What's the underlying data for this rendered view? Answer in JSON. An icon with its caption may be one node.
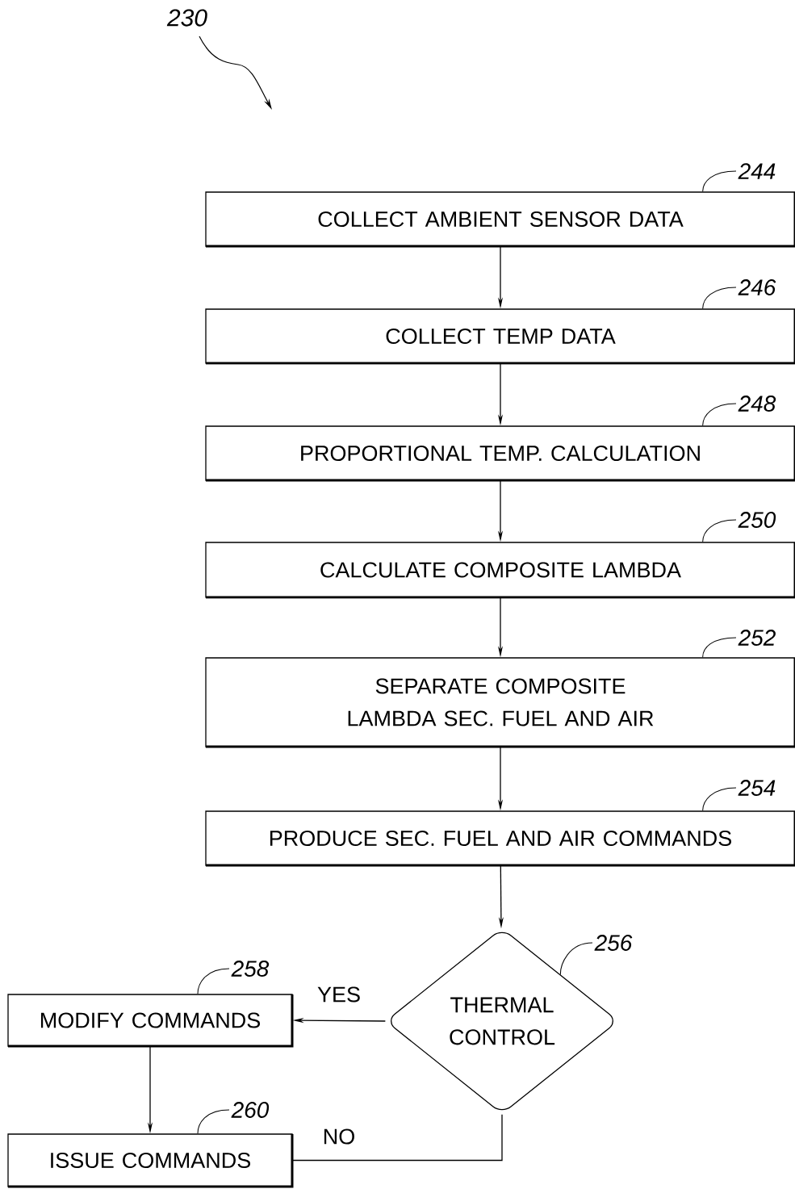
{
  "diagram": {
    "nodes": [
      {
        "text": [
          "COLLECT AMBIENT SENSOR DATA"
        ]
      },
      {
        "text": [
          "COLLECT TEMP DATA"
        ]
      },
      {
        "text": [
          "PROPORTIONAL TEMP. CALCULATION"
        ]
      },
      {
        "text": [
          "CALCULATE COMPOSITE LAMBDA"
        ]
      },
      {
        "text": [
          "SEPARATE COMPOSITE LAMBDA SEC. FUEL AND AIR"
        ]
      },
      {
        "text": [
          "PRODUCE SEC. FUEL AND AIR COMMANDS"
        ]
      },
      {
        "text": [
          "THERMAL CONTROL"
        ]
      },
      {
        "text": [
          "MODIFY COMMANDS"
        ]
      },
      {
        "text": [
          "ISSUE COMMANDS"
        ]
      },
      {
        "text": [
          "244"
        ]
      },
      {
        "text": [
          "246"
        ]
      },
      {
        "text": [
          "248"
        ]
      },
      {
        "text": [
          "250"
        ]
      },
      {
        "text": [
          "252"
        ]
      },
      {
        "text": [
          "254"
        ]
      },
      {
        "text": [
          "256"
        ]
      },
      {
        "text": [
          "258"
        ]
      },
      {
        "text": [
          "260"
        ]
      }
    ],
    "edges": [
      {
        "from": 0,
        "to": 1,
        "arrow": "to"
      },
      {
        "from": 1,
        "to": 2,
        "arrow": "to"
      },
      {
        "from": 2,
        "to": 3,
        "arrow": "to"
      },
      {
        "from": 3,
        "to": 4,
        "arrow": "to"
      },
      {
        "from": 4,
        "to": 5,
        "arrow": "to"
      },
      {
        "from": 5,
        "to": 6,
        "arrow": "to"
      },
      {
        "from": 6,
        "to": 7,
        "arrow": "to",
        "label": "YES"
      },
      {
        "from": 7,
        "to": 8,
        "arrow": "to"
      },
      {
        "from": 6,
        "to": 8,
        "arrow": "none",
        "label": "NO"
      },
      {
        "from": 9,
        "to": 0,
        "arrow": "none"
      },
      {
        "from": 10,
        "to": 1,
        "arrow": "none"
      },
      {
        "from": 11,
        "to": 2,
        "arrow": "none"
      },
      {
        "from": 12,
        "to": 3,
        "arrow": "none"
      },
      {
        "from": 13,
        "to": 4,
        "arrow": "none"
      },
      {
        "from": 14,
        "to": 5,
        "arrow": "none"
      },
      {
        "from": 15,
        "to": 6,
        "arrow": "none"
      },
      {
        "from": 16,
        "to": 7,
        "arrow": "none"
      },
      {
        "from": 17,
        "to": 8,
        "arrow": "none"
      }
    ],
    "labels": [
      "230"
    ]
  }
}
